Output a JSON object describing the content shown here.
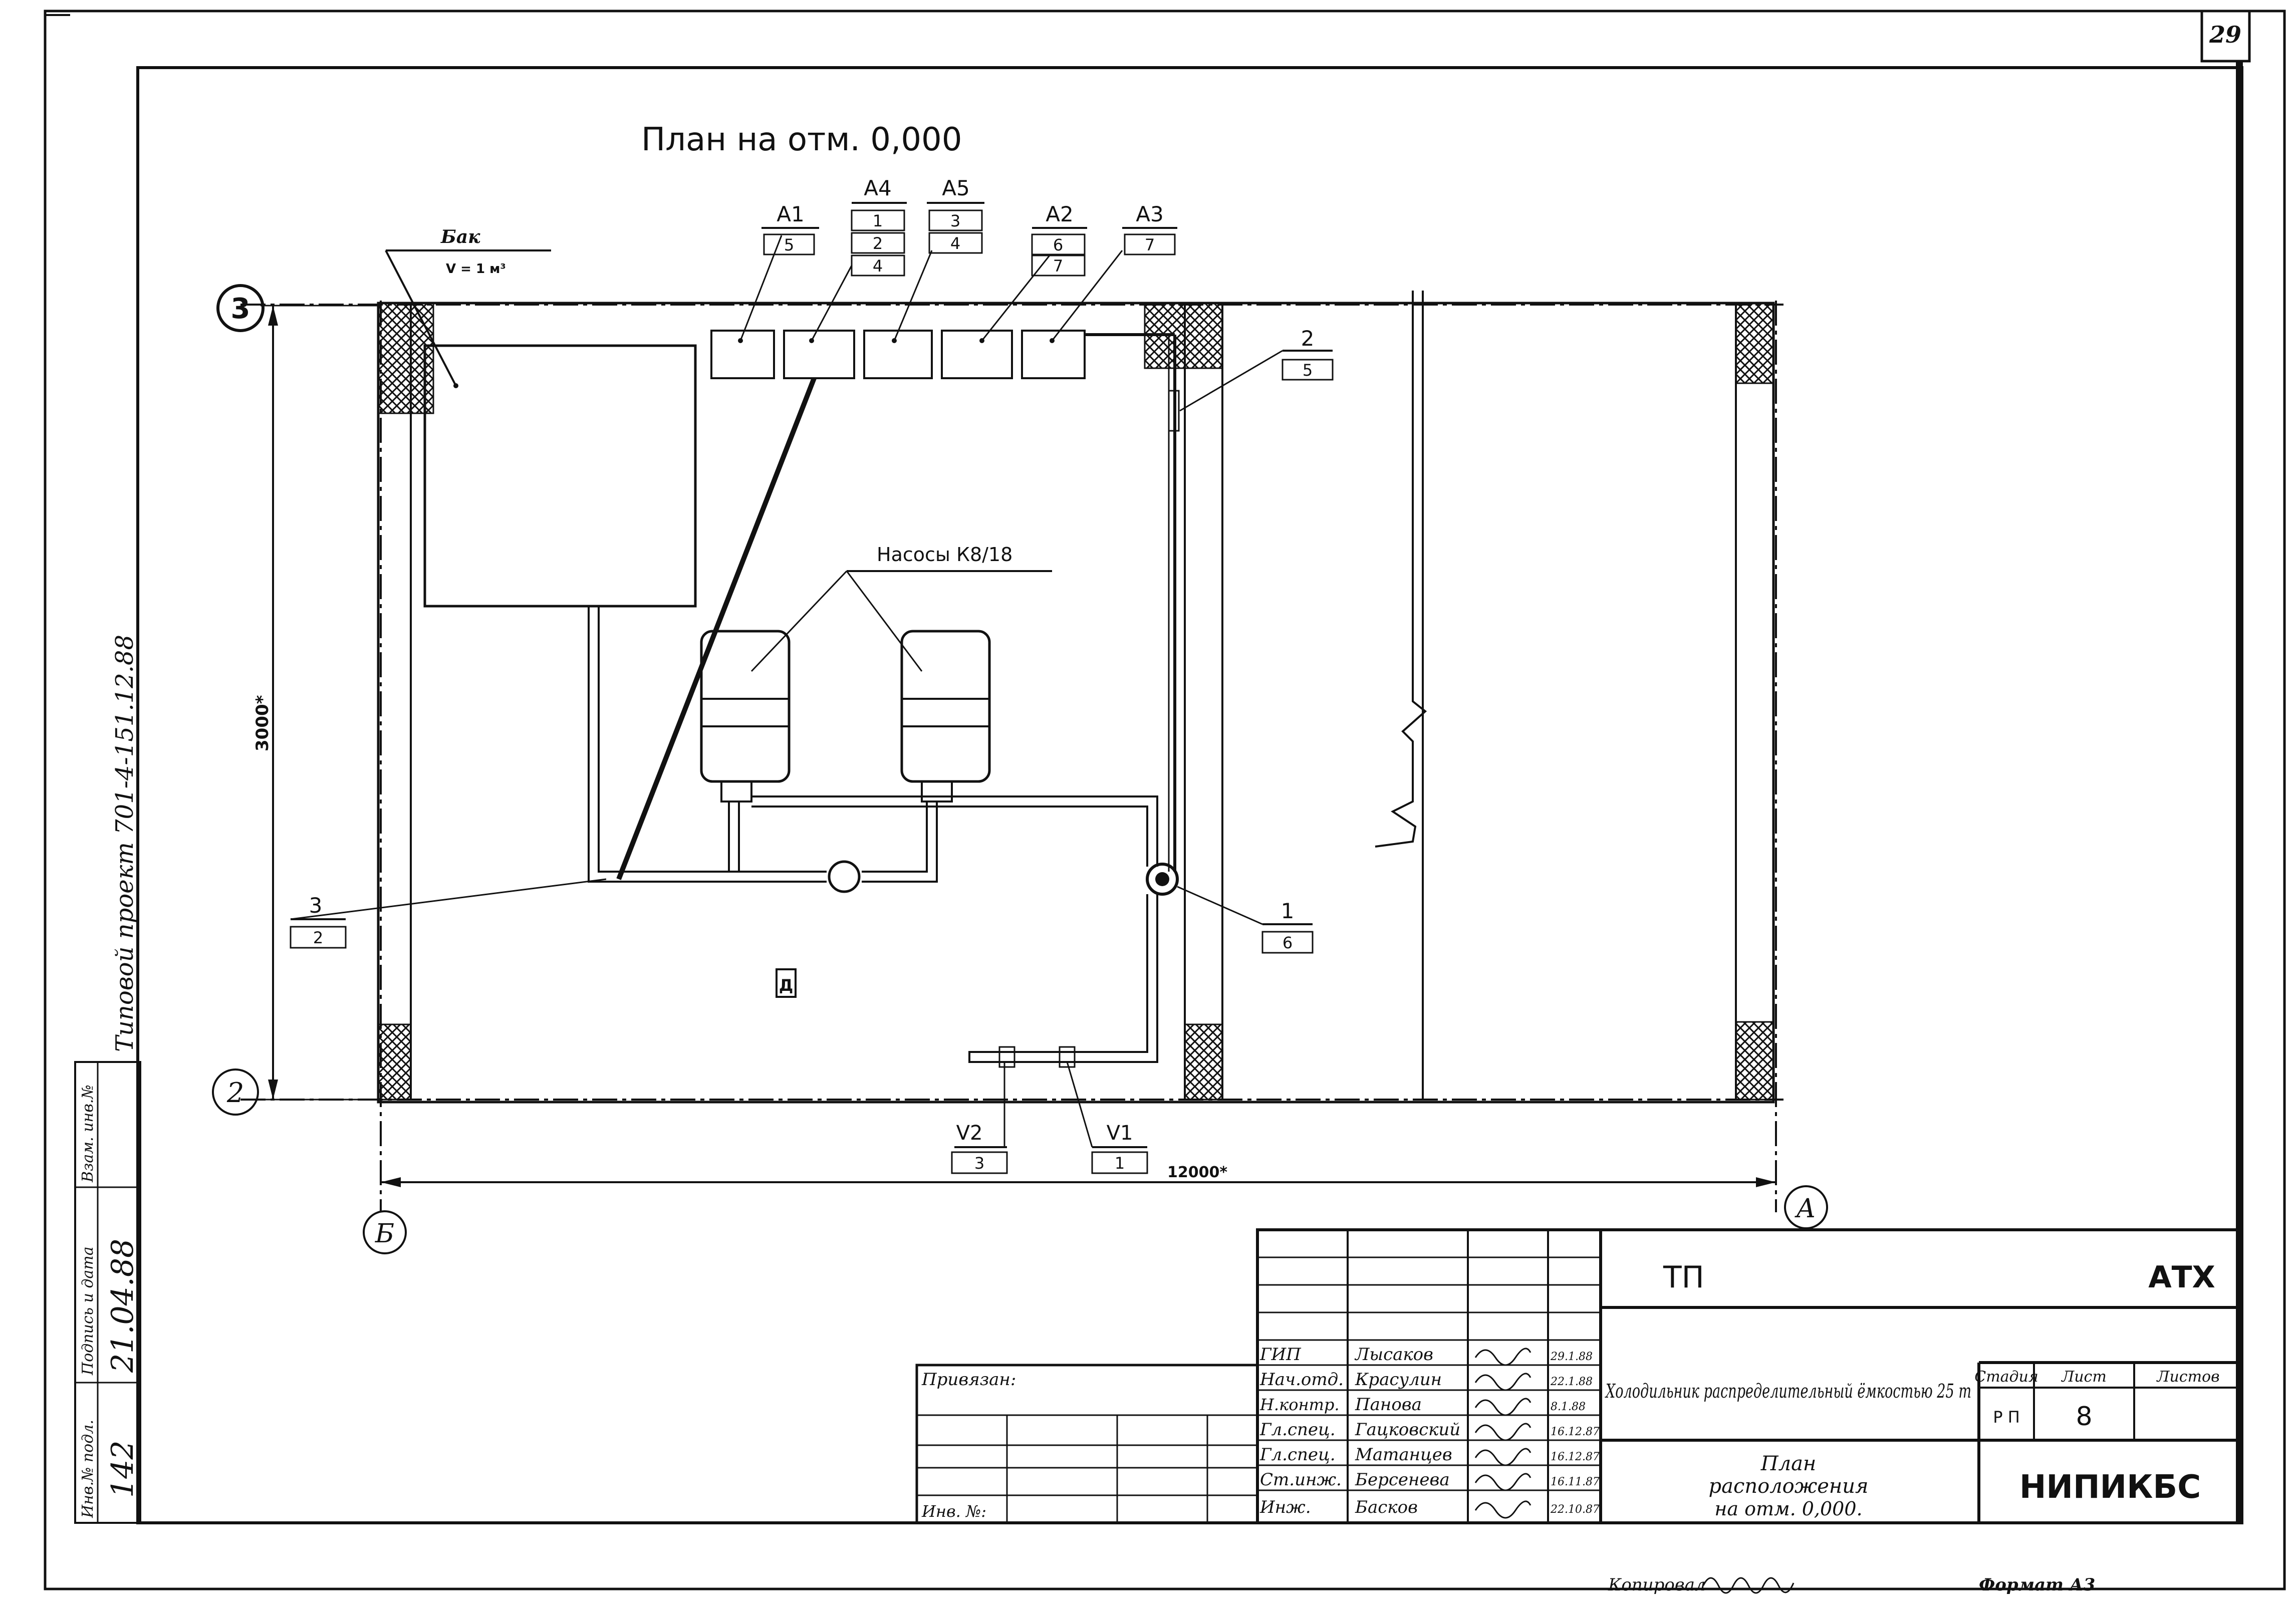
{
  "sheet": {
    "number": "29",
    "title": "План на отм. 0,000",
    "left_margin_text": "Типовой проект 701-4-151.12.88",
    "dimension_vertical": "3000*",
    "dimension_horizontal": "12000*",
    "grid_axes": {
      "row_top": "3",
      "row_bottom": "2",
      "col_left": "Б",
      "col_right": "А"
    }
  },
  "plan": {
    "tank_label": "Бак",
    "tank_volume": "V = 1 м³",
    "pumps_label": "Насосы К8/18",
    "door_mark": "Д",
    "callouts": [
      {
        "id": "A1",
        "label": "А1",
        "boxes": [
          "5"
        ]
      },
      {
        "id": "A4",
        "label": "А4",
        "boxes": [
          "1",
          "2",
          "4"
        ]
      },
      {
        "id": "A5",
        "label": "А5",
        "boxes": [
          "3",
          "4"
        ]
      },
      {
        "id": "A2",
        "label": "А2",
        "boxes": [
          "6",
          "7"
        ]
      },
      {
        "id": "A3",
        "label": "А3",
        "boxes": [
          "7"
        ]
      },
      {
        "id": "pos2",
        "label": "2",
        "boxes": [
          "5"
        ]
      },
      {
        "id": "pos3",
        "label": "3",
        "boxes": [
          "2"
        ]
      },
      {
        "id": "pos1",
        "label": "1",
        "boxes": [
          "6"
        ]
      },
      {
        "id": "V2",
        "label": "V2",
        "boxes": [
          "3"
        ]
      },
      {
        "id": "V1",
        "label": "V1",
        "boxes": [
          "1"
        ]
      }
    ]
  },
  "side_stamp": {
    "col1_label": "Инв.№ подл.",
    "col1_value": "142",
    "col2_label": "Подпись и дата",
    "col2_value": "21.04.88",
    "col3_label": "Взам. инв.№",
    "col3_value": ""
  },
  "title_block": {
    "attached_label": "Привязан:",
    "inv_label": "Инв. №:",
    "project_code": "ТП",
    "series": "АТХ",
    "object_name": "Холодильник распределительный ёмкостью 25 т",
    "sheet_name_line1": "План",
    "sheet_name_line2": "расположения",
    "sheet_name_line3": "на отм. 0,000.",
    "organization": "НИПИКБС",
    "stage_label": "Стадия",
    "stage_value": "Р П",
    "list_label": "Лист",
    "list_value": "8",
    "lists_label": "Листов",
    "lists_value": "",
    "staff": [
      {
        "role": "ГИП",
        "name": "Лысаков",
        "date": "29.1.88"
      },
      {
        "role": "Нач.отд.",
        "name": "Красулин",
        "date": "22.1.88"
      },
      {
        "role": "Н.контр.",
        "name": "Панова",
        "date": "8.1.88"
      },
      {
        "role": "Гл.спец.",
        "name": "Гацковский",
        "date": "16.12.87"
      },
      {
        "role": "Гл.спец.",
        "name": "Матанцев",
        "date": "16.12.87"
      },
      {
        "role": "Ст.инж.",
        "name": "Берсенева",
        "date": "16.11.87"
      },
      {
        "role": "Инж.",
        "name": "Басков",
        "date": "22.10.87"
      }
    ]
  },
  "footer": {
    "copied_label": "Копировал",
    "format_label": "Формат А3"
  }
}
